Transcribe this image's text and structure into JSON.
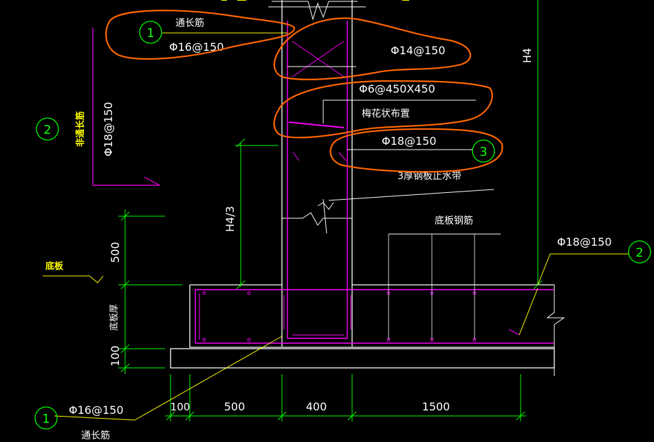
{
  "callouts": {
    "c1_top_num": "1",
    "c1_top_label": "通长筋",
    "c1_top_spec": "Φ16@150",
    "top_spec_14": "Φ14@150",
    "tie_spec": "Φ6@450X450",
    "tie_layout": "梅花状布置",
    "c3_spec": "Φ18@150",
    "c3_num": "3",
    "steel_plate": "3厚钢板止水带",
    "base_rebar": "底板钢筋",
    "c2_right_spec": "Φ18@150",
    "c2_right_num": "2",
    "c2_left_num": "2",
    "c2_left_label": "非通长筋",
    "c2_left_spec": "Φ18@150",
    "c1_bottom_num": "1",
    "c1_bottom_spec": "Φ16@150",
    "c1_bottom_label": "通长筋"
  },
  "labels": {
    "slab": "底板",
    "slab_thickness": "底板厚",
    "h4": "H4",
    "h4_3": "H4/3"
  },
  "dimensions": {
    "v_500": "500",
    "v_100": "100",
    "h_100": "100",
    "h_500": "500",
    "h_400": "400",
    "h_1500": "1500"
  },
  "colors": {
    "background": "#000000",
    "wall_lines": "#ffffff",
    "rebar": "#ff00ff",
    "dimension": "#00ff00",
    "leader": "#ffff00",
    "markup": "#ff6600"
  }
}
